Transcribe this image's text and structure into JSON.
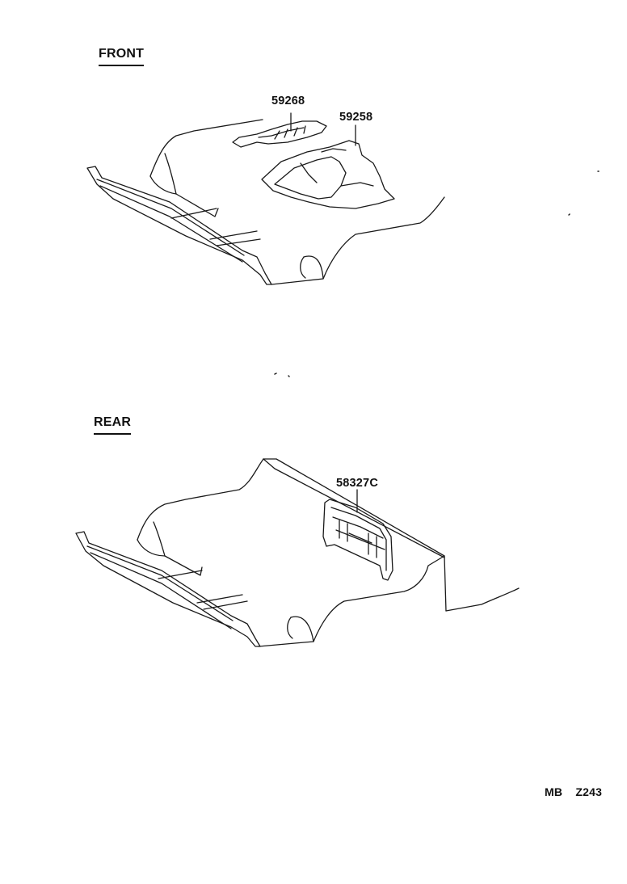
{
  "sections": {
    "front": {
      "heading": "FRONT",
      "parts": [
        "59268",
        "59258"
      ]
    },
    "rear": {
      "heading": "REAR",
      "parts": [
        "58327C"
      ]
    }
  },
  "footer": {
    "code_left": "MB",
    "code_right": "Z243"
  },
  "colors": {
    "line": "#1a1a1a",
    "background": "#ffffff"
  }
}
